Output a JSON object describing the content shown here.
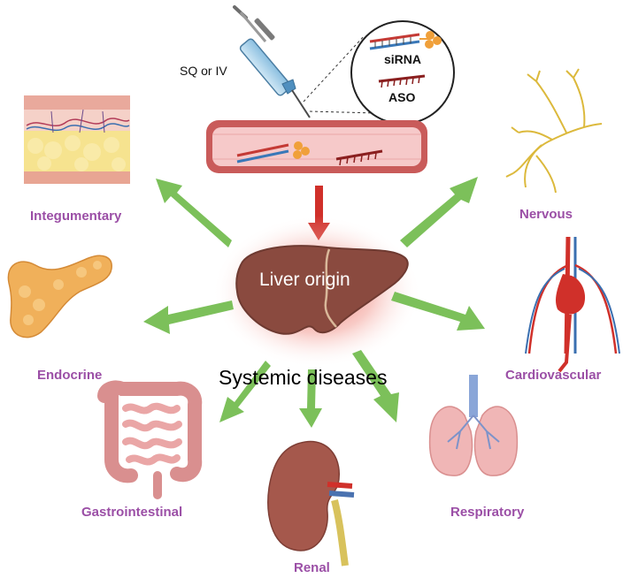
{
  "route_label": "SQ or IV",
  "molecules": {
    "sirna": "siRNA",
    "aso": "ASO"
  },
  "center": {
    "origin_label": "Liver origin",
    "outcome_label": "Systemic diseases"
  },
  "systems": [
    {
      "id": "integumentary",
      "label": "Integumentary"
    },
    {
      "id": "endocrine",
      "label": "Endocrine"
    },
    {
      "id": "gastrointestinal",
      "label": "Gastrointestinal"
    },
    {
      "id": "renal",
      "label": "Renal"
    },
    {
      "id": "respiratory",
      "label": "Respiratory"
    },
    {
      "id": "cardiovascular",
      "label": "Cardiovascular"
    },
    {
      "id": "nervous",
      "label": "Nervous"
    }
  ],
  "colors": {
    "label": "#9b4fa6",
    "arrow": "#7cc05a",
    "blood_arrow": "#d0302a",
    "liver": "#8a4a3f"
  }
}
